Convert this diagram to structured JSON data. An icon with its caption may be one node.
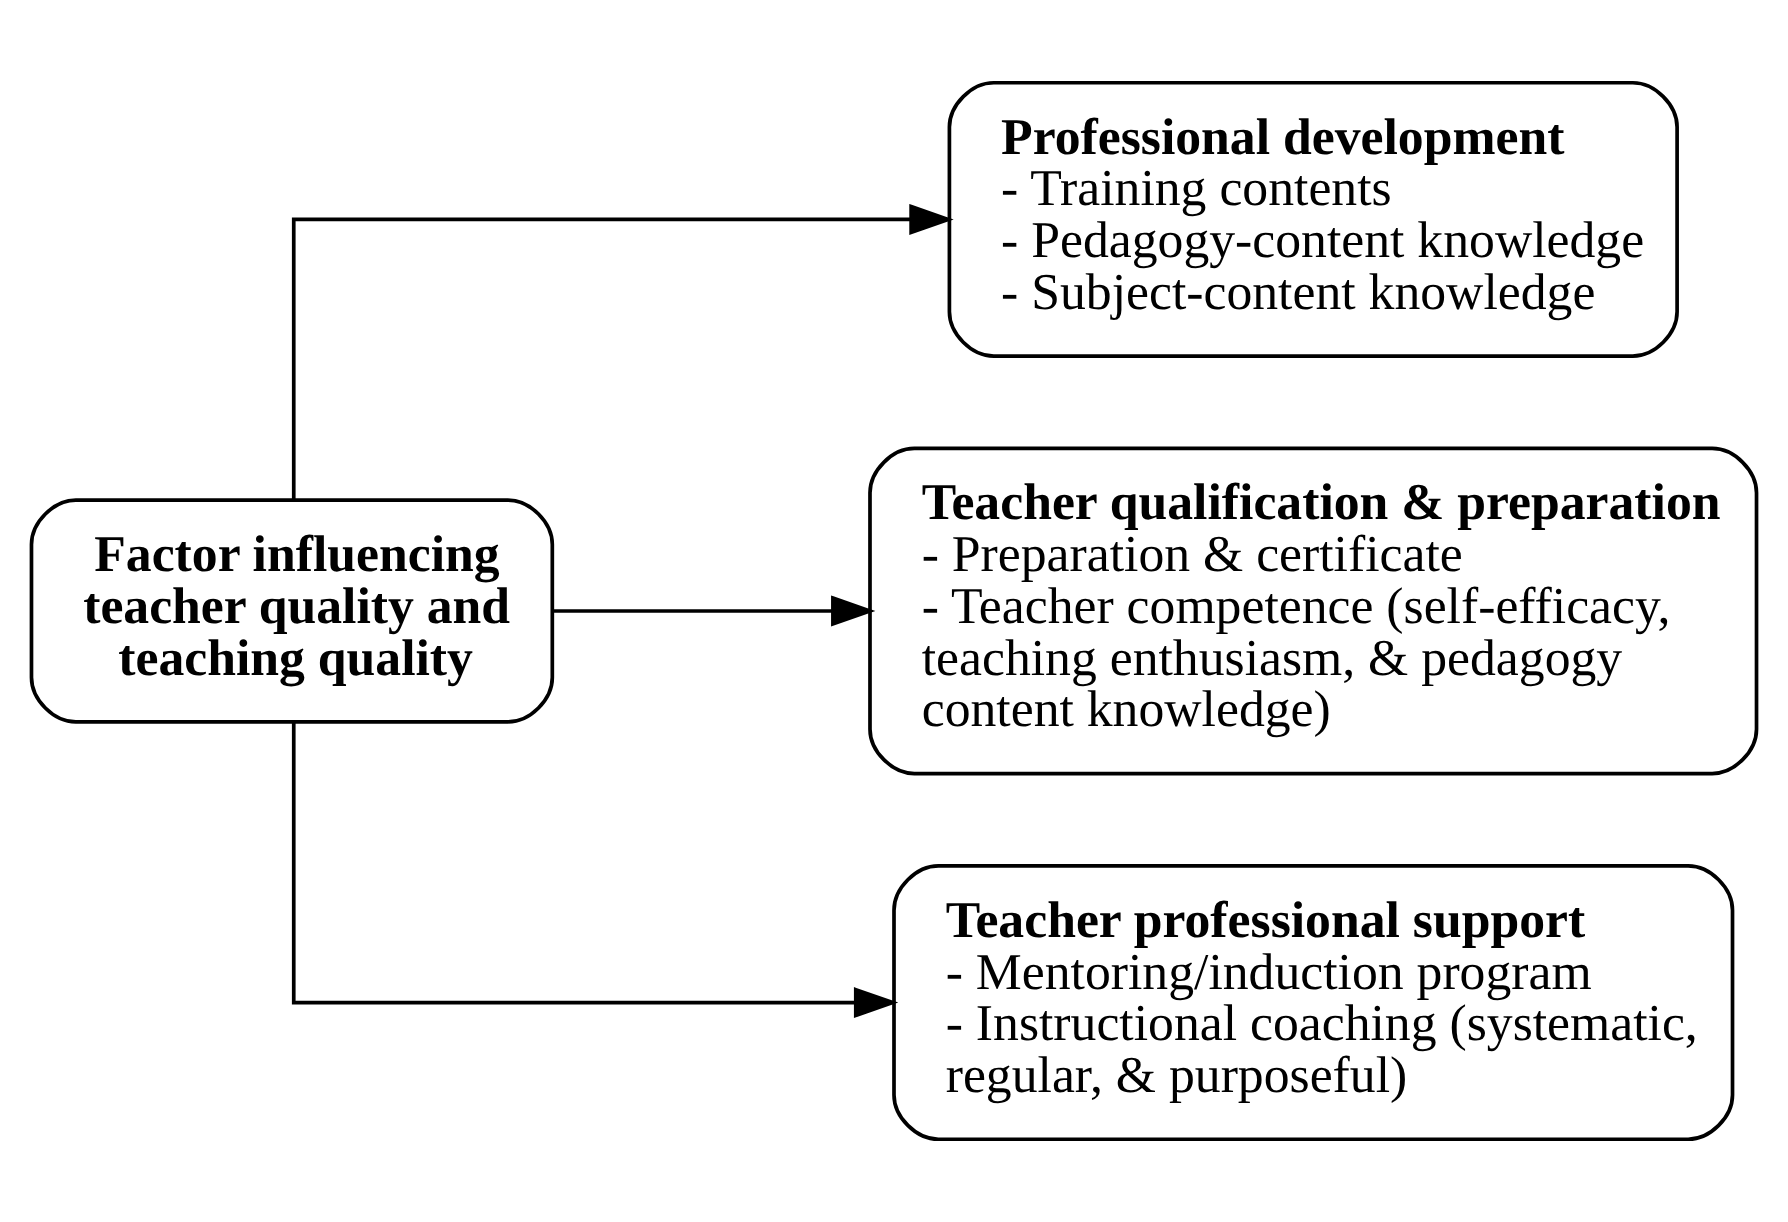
{
  "diagram": {
    "nodes": [
      {
        "text": [
          "Factor influencing teacher quality and teaching quality"
        ]
      },
      {
        "text": [
          "Professional development",
          "- Training contents",
          "- Pedagogy-content knowledge",
          "- Subject-content knowledge"
        ]
      },
      {
        "text": [
          "Teacher qualification & preparation",
          "- Preparation & certificate",
          "- Teacher competence (self-efficacy, teaching enthusiasm, & pedagogy content knowledge)"
        ]
      },
      {
        "text": [
          "Teacher professional support",
          "- Mentoring/induction program",
          "- Instructional coaching (systematic, regular, & purposeful)"
        ]
      }
    ],
    "edges": [
      {
        "from": 0,
        "to": 1,
        "arrow": "to"
      },
      {
        "from": 0,
        "to": 2,
        "arrow": "to"
      },
      {
        "from": 0,
        "to": 3,
        "arrow": "to"
      }
    ]
  }
}
